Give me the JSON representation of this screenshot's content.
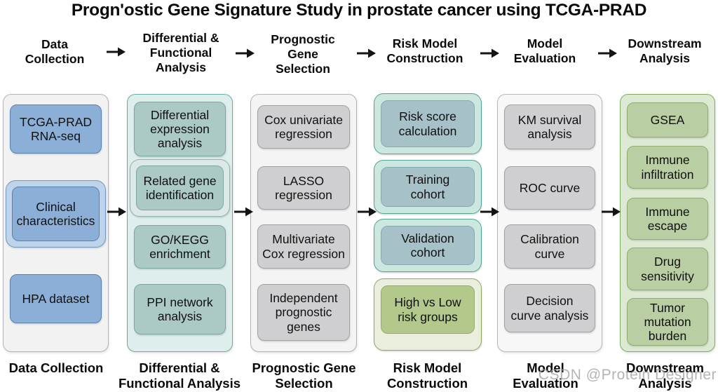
{
  "title": "Progn'ostic Gene Signature Study in prostate cancer using TCGA-PRAD",
  "watermark": "CSDN @Protein Designer",
  "arrow": {
    "color": "#141414"
  },
  "stages": [
    {
      "name": "Data Collection",
      "header_label": "Data\nCollection",
      "footer_label": "Data Collection",
      "colors": {
        "panel_fill": "#f2f2f3",
        "panel_border": "#b3b3b5",
        "box_fill": "#8cafd7",
        "box_border": "#5a81ae",
        "ring_fill": "#bed4ea",
        "ring_border": "#7396bf"
      },
      "boxes": [
        {
          "label": "TCGA-PRAD\nRNA-seq",
          "emphasized": false
        },
        {
          "label": "Clinical\ncharacteristics",
          "emphasized": true
        },
        {
          "label": "HPA dataset",
          "emphasized": false
        }
      ]
    },
    {
      "name": "Differential & Functional Analysis",
      "header_label": "Differential &\nFunctional\nAnalysis",
      "footer_label": "Differential &\nFunctional Analysis",
      "colors": {
        "panel_fill": "#ddeeec",
        "panel_border": "#6aaca4",
        "box_fill": "#abc9c5",
        "box_border": "#7da8a2",
        "ring_fill": "#dde9e6",
        "ring_border": "#8db4ae"
      },
      "boxes": [
        {
          "label": "Differential\nexpression\nanalysis",
          "emphasized": false
        },
        {
          "label": "Related gene\nidentification",
          "emphasized": true
        },
        {
          "label": "GO/KEGG\nenrichment",
          "emphasized": false
        },
        {
          "label": "PPI network\nanalysis",
          "emphasized": false
        }
      ]
    },
    {
      "name": "Prognostic Gene Selection",
      "header_label": "Prognostic\nGene\nSelection",
      "footer_label": "Prognostic Gene\nSelection",
      "colors": {
        "panel_fill": "#f4f4f5",
        "panel_border": "#b3b3b5",
        "box_fill": "#cfcfd1",
        "box_border": "#a2a2a4"
      },
      "boxes": [
        {
          "label": "Cox univariate\nregression",
          "emphasized": false
        },
        {
          "label": "LASSO\nregression",
          "emphasized": false
        },
        {
          "label": "Multivariate\nCox regression",
          "emphasized": false
        },
        {
          "label": "Independent\nprognostic\ngenes",
          "emphasized": false
        }
      ]
    },
    {
      "name": "Risk Model Construction",
      "header_label": "Risk Model\nConstruction",
      "footer_label": "Risk Model\nConstruction",
      "colors": {
        "ring_fill": "#cbe7e0",
        "ring_border": "#53a294",
        "box_fill": "#a6c1c7",
        "box_border": "#85abb1",
        "alt_ring_fill": "#e9efdc",
        "alt_ring_border": "#8fa660",
        "alt_box_fill": "#b3c98c",
        "alt_box_border": "#95ac68"
      },
      "boxes": [
        {
          "label": "Risk score\ncalculation",
          "emphasized": true
        },
        {
          "label": "Training\ncohort",
          "emphasized": true
        },
        {
          "label": "Validation\ncohort",
          "emphasized": true
        },
        {
          "label": "High vs Low\nrisk groups",
          "emphasized": true,
          "variant": "green"
        }
      ]
    },
    {
      "name": "Model Evaluation",
      "header_label": "Model\nEvaluation",
      "footer_label": "Model\nEvaluation",
      "colors": {
        "panel_fill": "#f7f7f8",
        "panel_border": "#b7b7b9",
        "box_fill": "#cfcfd1",
        "box_border": "#a2a2a4"
      },
      "boxes": [
        {
          "label": "KM survival\nanalysis",
          "emphasized": false
        },
        {
          "label": "ROC curve",
          "emphasized": false
        },
        {
          "label": "Calibration\ncurve",
          "emphasized": false
        },
        {
          "label": "Decision\ncurve analysis",
          "emphasized": false
        }
      ]
    },
    {
      "name": "Downstream Analysis",
      "header_label": "Downstream\nAnalysis",
      "footer_label": "Downstream\nAnalysis",
      "colors": {
        "panel_fill": "#ddead3",
        "panel_border": "#80aa5e",
        "box_fill": "#b9cfa3",
        "box_border": "#90ad74"
      },
      "boxes": [
        {
          "label": "GSEA",
          "emphasized": false
        },
        {
          "label": "Immune\ninfiltration",
          "emphasized": false
        },
        {
          "label": "Immune\nescape",
          "emphasized": false
        },
        {
          "label": "Drug\nsensitivity",
          "emphasized": false
        },
        {
          "label": "Tumor\nmutation\nburden",
          "emphasized": false
        }
      ]
    }
  ]
}
